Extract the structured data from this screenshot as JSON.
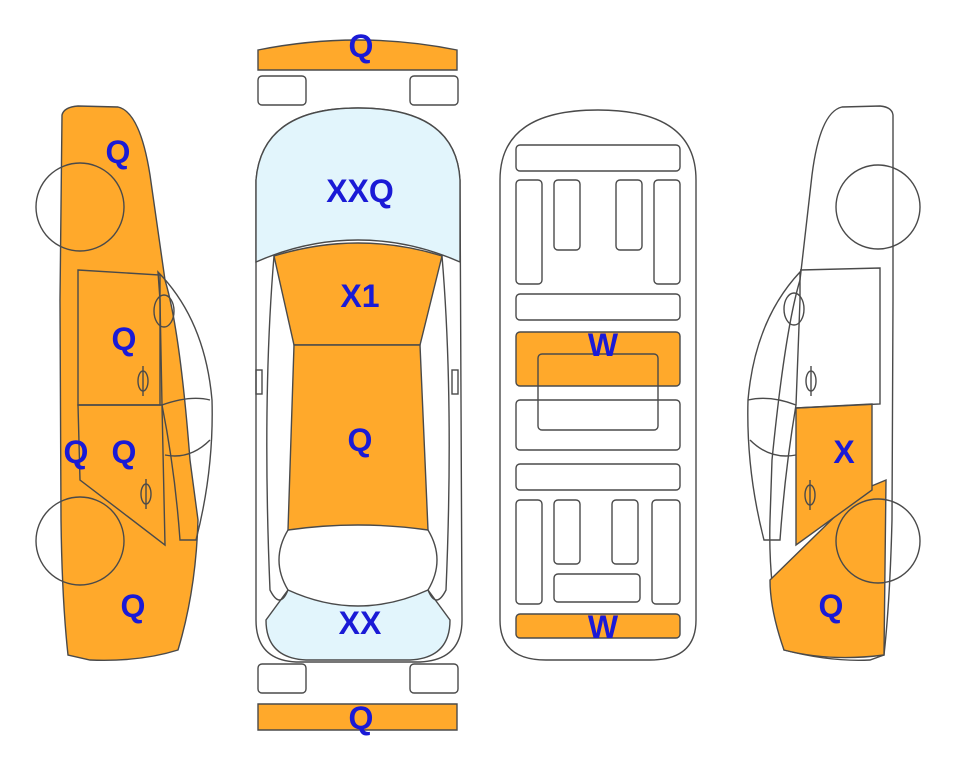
{
  "colors": {
    "damage": "#ffa92b",
    "glass": "#e2f5fc",
    "outline": "#4a4a4a",
    "label": "#1a1ad6",
    "empty": "#ffffff"
  },
  "parts": {
    "front_bumper": "Q",
    "windshield": "XXQ",
    "hood": "X1",
    "roof": "Q",
    "rear_window": "XX",
    "rear_bumper": "Q",
    "left_front_fender": "Q",
    "left_front_door": "Q",
    "left_rear_door_outer": "Q",
    "left_rear_door": "Q",
    "left_rear_quarter": "Q",
    "floor_mid": "W",
    "floor_rear": "W",
    "right_rear_door": "X",
    "right_rear_quarter": "Q"
  }
}
